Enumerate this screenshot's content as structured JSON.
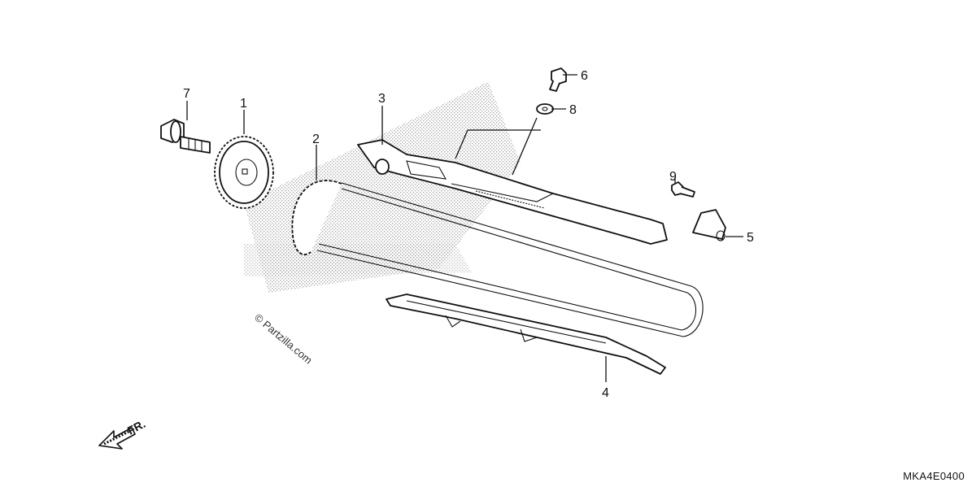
{
  "diagram": {
    "code": "MKA4E0400",
    "watermark": "© Partzilla.com",
    "front_indicator": "FR.",
    "callouts": [
      {
        "id": "c1",
        "label": "1"
      },
      {
        "id": "c2",
        "label": "2"
      },
      {
        "id": "c3",
        "label": "3"
      },
      {
        "id": "c4",
        "label": "4"
      },
      {
        "id": "c5",
        "label": "5"
      },
      {
        "id": "c6",
        "label": "6"
      },
      {
        "id": "c7",
        "label": "7"
      },
      {
        "id": "c8",
        "label": "8"
      },
      {
        "id": "c9",
        "label": "9"
      }
    ]
  }
}
